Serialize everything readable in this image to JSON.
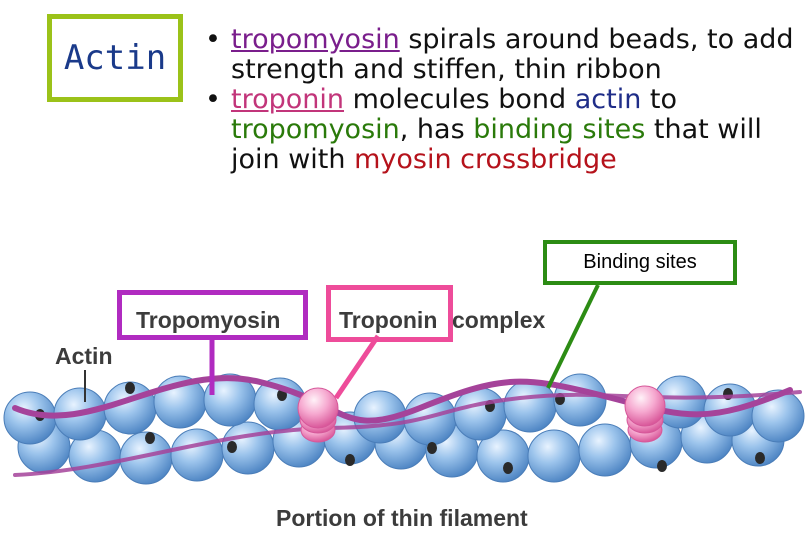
{
  "heading": "Actin",
  "bullets": [
    {
      "dot": "•",
      "b1_term": "tropomyosin",
      "b1_rest": " spirals around beads, to add strength and stiffen, thin ribbon"
    },
    {
      "dot": "•",
      "b2_term": "troponin",
      "b2_mid1": " molecules bond ",
      "b2_actin": "actin",
      "b2_mid2": " to ",
      "b2_tropomyosin": "tropomyosin",
      "b2_mid3": ", has ",
      "b2_binding": "binding sites",
      "b2_mid4": " that will join with ",
      "b2_crossbridge": "myosin crossbridge"
    }
  ],
  "figure": {
    "binding_sites": "Binding sites",
    "tropomyosin": "Tropomyosin",
    "troponin": "Troponin",
    "complex": "complex",
    "actin": "Actin",
    "caption": "Portion of thin filament"
  },
  "colors": {
    "title_border": "#9bc219",
    "tropomyosin_border": "#b02bc0",
    "troponin_border": "#ee4c9a",
    "binding_border": "#2c8c14",
    "bead": "#7aaedf",
    "ribbon": "#a5439a"
  }
}
